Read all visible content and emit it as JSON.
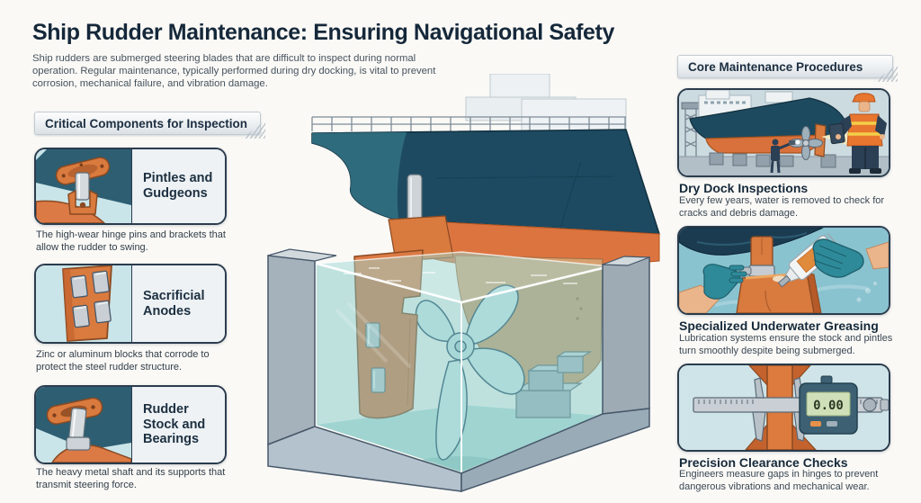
{
  "header": {
    "title": "Ship Rudder Maintenance: Ensuring Navigational Safety",
    "subtitle": "Ship rudders are submerged steering blades that are difficult to inspect during normal operation. Regular maintenance, typically performed during dry docking, is vital to prevent corrosion, mechanical failure, and vibration damage."
  },
  "left_section": {
    "header": "Critical Components for Inspection",
    "cards": [
      {
        "title": "Pintles and Gudgeons",
        "caption": "The high-wear hinge pins and brackets that allow the rudder to swing.",
        "icon": "pintle-gudgeon-hinge-illustration"
      },
      {
        "title": "Sacrificial Anodes",
        "caption": "Zinc or aluminum blocks that corrode to protect the steel rudder structure.",
        "icon": "anode-blocks-on-rudder-illustration"
      },
      {
        "title": "Rudder Stock and Bearings",
        "caption": "The heavy metal shaft and its supports that transmit steering force.",
        "icon": "rudder-stock-shaft-illustration"
      }
    ]
  },
  "center_illustration": {
    "name": "ship-stern-in-dry-dock-cutaway",
    "elements": [
      "superstructure",
      "deck-railing",
      "hull-above-waterline",
      "hull-below-waterline",
      "rudder-stock",
      "rudder-blade",
      "sacrificial-anodes",
      "propeller",
      "keel-blocks",
      "dock-tank-walls",
      "water-surface"
    ]
  },
  "right_section": {
    "header": "Core Maintenance Procedures",
    "items": [
      {
        "title": "Dry Dock Inspections",
        "caption": "Every few years, water is removed to check for cracks and debris damage.",
        "icon": "dry-dock-inspection-scene"
      },
      {
        "title": "Specialized Underwater Greasing",
        "caption": "Lubrication systems ensure the stock and pintles turn smoothly despite being submerged.",
        "icon": "underwater-greasing-scene"
      },
      {
        "title": "Precision Clearance Checks",
        "caption": "Engineers measure gaps in hinges to prevent dangerous vibrations and mechanical wear.",
        "icon": "digital-caliper-scene",
        "caliper_reading": "0.00"
      }
    ]
  },
  "colors": {
    "page_background": "#faf9f6",
    "title_text": "#15283a",
    "body_text": "#46525d",
    "card_border": "#2b3c4d",
    "hull_navy": "#1d4a61",
    "hull_teal": "#2e6b7d",
    "hull_orange": "#dc7440",
    "water_cyan": "#a9dbd8",
    "concrete_gray": "#a6b2bb",
    "propeller_pale": "#d9edee",
    "safety_vest_orange": "#e8762e",
    "glove_teal": "#2e8a99",
    "lcd_green": "#cfe0b8"
  }
}
